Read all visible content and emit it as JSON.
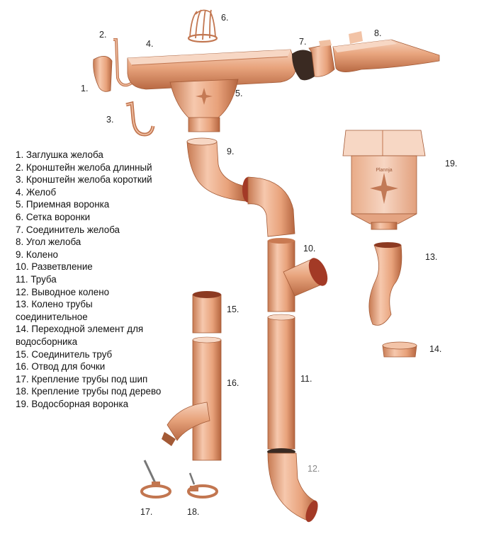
{
  "legend": [
    "1. Заглушка желоба",
    "2. Кронштейн желоба длинный",
    "3. Кронштейн желоба короткий",
    "4. Желоб",
    "5. Приемная воронка",
    "6. Сетка воронки",
    "7. Соединитель желоба",
    "8. Угол желоба",
    "9. Колено",
    "10. Разветвление",
    "11. Труба",
    "12. Выводное колено",
    "13. Колено трубы соединительное",
    "14. Переходной элемент для водосборника",
    "15. Соединитель труб",
    "16. Отвод для бочки",
    "17. Крепление трубы под шип",
    "18. Крепление трубы под дерево",
    "19. Водосборная воронка"
  ],
  "callouts": {
    "c1": "1.",
    "c2": "2.",
    "c3": "3.",
    "c4": "4.",
    "c5": "5.",
    "c6": "6.",
    "c7": "7.",
    "c8": "8.",
    "c9": "9.",
    "c10": "10.",
    "c11": "11.",
    "c12": "12.",
    "c13": "13.",
    "c14": "14.",
    "c15": "15.",
    "c16": "16.",
    "c17": "17.",
    "c18": "18.",
    "c19": "19."
  },
  "logo_text": "Plannja",
  "colors": {
    "copper_light": "#f4c2a4",
    "copper_mid": "#e39a72",
    "copper_dark": "#b5653f",
    "copper_deep": "#8c4226",
    "text": "#111111"
  }
}
